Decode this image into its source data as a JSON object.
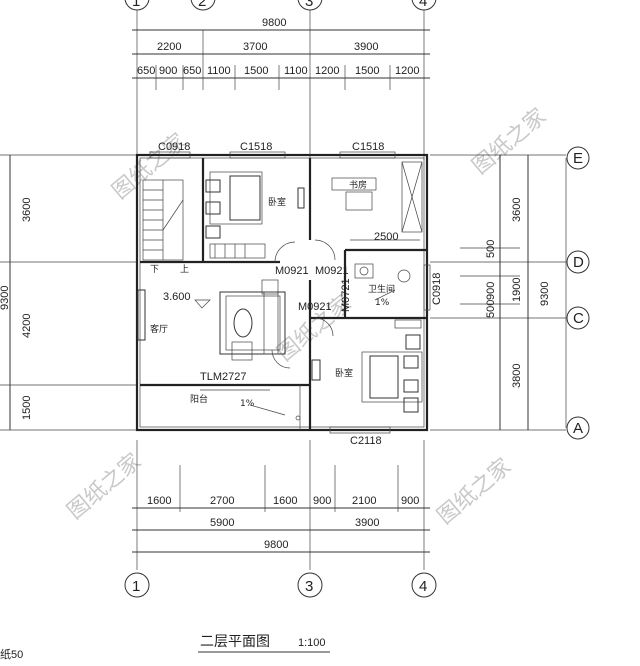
{
  "drawing": {
    "title": "二层平面图",
    "scale": "1:100",
    "corner_text": "纸50",
    "watermark": "图纸之家"
  },
  "grid": {
    "top_axes": [
      "1",
      "2",
      "3",
      "4"
    ],
    "bottom_axes": [
      "1",
      "3",
      "4"
    ],
    "right_axes": [
      "E",
      "D",
      "C",
      "A"
    ]
  },
  "dimensions": {
    "top_total": "9800",
    "top_mid": [
      "2200",
      "3700",
      "3900"
    ],
    "top_detail": [
      "650",
      "900",
      "650",
      "1100",
      "1500",
      "1100",
      "1200",
      "1500",
      "1200"
    ],
    "bottom_detail": [
      "1600",
      "2700",
      "1600",
      "900",
      "2100",
      "900"
    ],
    "bottom_mid": [
      "5900",
      "3900"
    ],
    "bottom_total": "9800",
    "left": [
      "3600",
      "4200",
      "1500"
    ],
    "left_total": "9300",
    "right_inner": [
      "3600",
      "500",
      "1900",
      "500",
      "3800"
    ],
    "right_mid": [
      "900"
    ],
    "right_total": "9300"
  },
  "rooms": {
    "bedroom_main": "卧室",
    "study": "书房",
    "living": "客厅",
    "bath": "卫生间",
    "bedroom_2": "卧室",
    "balcony": "阳台",
    "stairs_down": "下",
    "stairs_up": "上"
  },
  "annotations": {
    "window_c0918_top": "C0918",
    "window_c1518_a": "C1518",
    "window_c1518_b": "C1518",
    "window_c0918_right": "C0918",
    "window_c2118": "C2118",
    "door_m0921_a": "M0921",
    "door_m0921_b": "M0921",
    "door_m0921_c": "M0921",
    "door_m0721": "M0721",
    "door_tlm2727": "TLM2727",
    "dim_2500": "2500",
    "level": "3.600",
    "slope_bath": "1%",
    "slope_balcony": "1%"
  }
}
